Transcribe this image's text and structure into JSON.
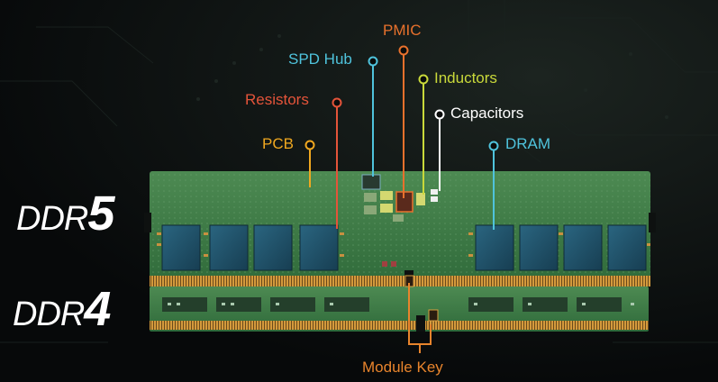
{
  "colors": {
    "pmic": "#e8712c",
    "spd_hub": "#4fc3dc",
    "inductors": "#c9d93a",
    "resistors": "#e4543a",
    "capacitors": "#ffffff",
    "pcb": "#f0a820",
    "dram": "#4fc3dc",
    "module_key": "#e8842c",
    "pcb_green": "#3f7a46",
    "dram_chip": "#1e4f66"
  },
  "labels": {
    "pmic": "PMIC",
    "spd_hub": "SPD Hub",
    "inductors": "Inductors",
    "resistors": "Resistors",
    "capacitors": "Capacitors",
    "pcb": "PCB",
    "dram": "DRAM",
    "module_key": "Module Key"
  },
  "modules": {
    "ddr5": {
      "prefix": "DDR",
      "number": "5"
    },
    "ddr4": {
      "prefix": "DDR",
      "number": "4"
    }
  }
}
